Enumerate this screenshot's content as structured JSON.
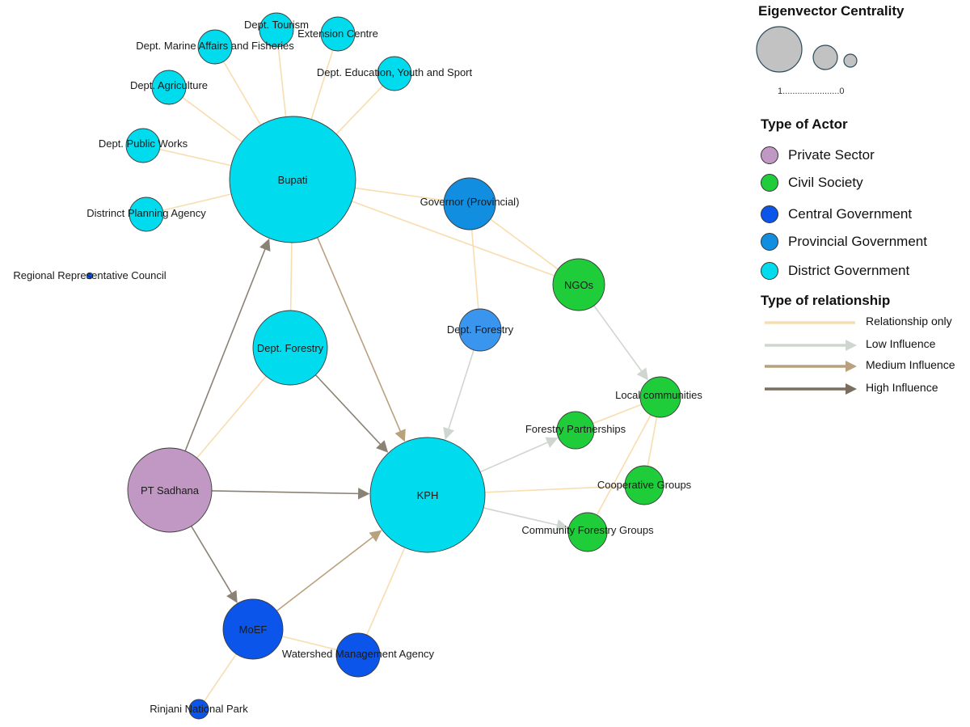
{
  "colors": {
    "private_sector": "#c197c4",
    "civil_society": "#1fcd3a",
    "central_government": "#0b55ea",
    "provincial_government": "#128ee0",
    "district_government": "#00dced",
    "dept_forestry_provincial": "#3a95ee",
    "relationship_only": "#f8ddb0",
    "low_influence": "#cfd6cf",
    "medium_influence": "#b9a17d",
    "high_influence": "#7a6e60"
  },
  "legend": {
    "centrality_title": "Eigenvector Centrality",
    "centrality_scale": "1.......................0",
    "actor_title": "Type of Actor",
    "actor_types": [
      {
        "label": "Private Sector",
        "color": "#c197c4"
      },
      {
        "label": "Civil Society",
        "color": "#1fcd3a"
      },
      {
        "label": "Central Government",
        "color": "#0b55ea"
      },
      {
        "label": "Provincial Government",
        "color": "#128ee0"
      },
      {
        "label": "District Government",
        "color": "#00dced"
      }
    ],
    "relationship_title": "Type of relationship",
    "relationship_types": [
      {
        "label": "Relationship only",
        "color": "#f8ddb0",
        "arrow": false
      },
      {
        "label": "Low Influence",
        "color": "#cfd6cf",
        "arrow": true
      },
      {
        "label": "Medium Influence",
        "color": "#b9a17d",
        "arrow": true
      },
      {
        "label": "High Influence",
        "color": "#7a6e60",
        "arrow": true
      }
    ]
  },
  "nodes": [
    {
      "id": "bupati",
      "label": "Bupati",
      "type": "district_government",
      "centrality": 1.0
    },
    {
      "id": "kph",
      "label": "KPH",
      "type": "district_government",
      "centrality": 0.95
    },
    {
      "id": "pt_sadhana",
      "label": "PT Sadhana",
      "type": "private_sector",
      "centrality": 0.7
    },
    {
      "id": "dept_forestry_district",
      "label": "Dept. Forestry",
      "type": "district_government",
      "centrality": 0.6
    },
    {
      "id": "moef",
      "label": "MoEF",
      "type": "central_government",
      "centrality": 0.5
    },
    {
      "id": "governor",
      "label": "Governor (Provincial)",
      "type": "provincial_government",
      "centrality": 0.42
    },
    {
      "id": "ngos",
      "label": "NGOs",
      "type": "civil_society",
      "centrality": 0.42
    },
    {
      "id": "watershed",
      "label": "Watershed Management Agency",
      "type": "central_government",
      "centrality": 0.35
    },
    {
      "id": "dept_forestry_prov",
      "label": "Dept. Forestry",
      "type": "dept_forestry_provincial",
      "centrality": 0.33
    },
    {
      "id": "local_communities",
      "label": "Local communities",
      "type": "civil_society",
      "centrality": 0.32
    },
    {
      "id": "cooperative_groups",
      "label": "Cooperative Groups",
      "type": "civil_society",
      "centrality": 0.31
    },
    {
      "id": "community_forestry_groups",
      "label": "Community Forestry Groups",
      "type": "civil_society",
      "centrality": 0.31
    },
    {
      "id": "forestry_partnerships",
      "label": "Forestry Partnerships",
      "type": "civil_society",
      "centrality": 0.3
    },
    {
      "id": "dept_tourism",
      "label": "Dept. Tourism",
      "type": "district_government",
      "centrality": 0.28
    },
    {
      "id": "extension_centre",
      "label": "Extension Centre",
      "type": "district_government",
      "centrality": 0.28
    },
    {
      "id": "dept_marine",
      "label": "Dept. Marine Affairs and Fisheries",
      "type": "district_government",
      "centrality": 0.28
    },
    {
      "id": "dept_agriculture",
      "label": "Dept. Agriculture",
      "type": "district_government",
      "centrality": 0.28
    },
    {
      "id": "dept_education",
      "label": "Dept. Education, Youth and Sport",
      "type": "district_government",
      "centrality": 0.28
    },
    {
      "id": "dept_public_works",
      "label": "Dept. Public Works",
      "type": "district_government",
      "centrality": 0.28
    },
    {
      "id": "district_planning",
      "label": "Distrinct Planning Agency",
      "type": "district_government",
      "centrality": 0.28
    },
    {
      "id": "rinjani",
      "label": "Rinjani National Park",
      "type": "central_government",
      "centrality": 0.1
    },
    {
      "id": "regional_council",
      "label": "Regional Representative Council",
      "type": "central_government",
      "centrality": 0.03
    }
  ],
  "edges": [
    {
      "from": "bupati",
      "to": "dept_tourism",
      "rel": "relationship_only"
    },
    {
      "from": "bupati",
      "to": "extension_centre",
      "rel": "relationship_only"
    },
    {
      "from": "bupati",
      "to": "dept_marine",
      "rel": "relationship_only"
    },
    {
      "from": "bupati",
      "to": "dept_agriculture",
      "rel": "relationship_only"
    },
    {
      "from": "bupati",
      "to": "dept_education",
      "rel": "relationship_only"
    },
    {
      "from": "bupati",
      "to": "dept_public_works",
      "rel": "relationship_only"
    },
    {
      "from": "bupati",
      "to": "district_planning",
      "rel": "relationship_only"
    },
    {
      "from": "bupati",
      "to": "governor",
      "rel": "relationship_only"
    },
    {
      "from": "bupati",
      "to": "ngos",
      "rel": "relationship_only"
    },
    {
      "from": "bupati",
      "to": "dept_forestry_district",
      "rel": "relationship_only"
    },
    {
      "from": "governor",
      "to": "ngos",
      "rel": "relationship_only"
    },
    {
      "from": "governor",
      "to": "dept_forestry_prov",
      "rel": "relationship_only"
    },
    {
      "from": "bupati",
      "to": "kph",
      "rel": "medium_influence"
    },
    {
      "from": "pt_sadhana",
      "to": "bupati",
      "rel": "high_influence"
    },
    {
      "from": "pt_sadhana",
      "to": "dept_forestry_district",
      "rel": "relationship_only"
    },
    {
      "from": "pt_sadhana",
      "to": "kph",
      "rel": "high_influence"
    },
    {
      "from": "pt_sadhana",
      "to": "moef",
      "rel": "high_influence"
    },
    {
      "from": "dept_forestry_district",
      "to": "kph",
      "rel": "high_influence"
    },
    {
      "from": "dept_forestry_prov",
      "to": "kph",
      "rel": "low_influence"
    },
    {
      "from": "moef",
      "to": "kph",
      "rel": "medium_influence"
    },
    {
      "from": "moef",
      "to": "watershed",
      "rel": "relationship_only"
    },
    {
      "from": "moef",
      "to": "rinjani",
      "rel": "relationship_only"
    },
    {
      "from": "watershed",
      "to": "kph",
      "rel": "relationship_only"
    },
    {
      "from": "ngos",
      "to": "local_communities",
      "rel": "low_influence"
    },
    {
      "from": "kph",
      "to": "forestry_partnerships",
      "rel": "low_influence"
    },
    {
      "from": "kph",
      "to": "community_forestry_groups",
      "rel": "low_influence"
    },
    {
      "from": "kph",
      "to": "cooperative_groups",
      "rel": "relationship_only"
    },
    {
      "from": "local_communities",
      "to": "forestry_partnerships",
      "rel": "relationship_only"
    },
    {
      "from": "local_communities",
      "to": "cooperative_groups",
      "rel": "relationship_only"
    },
    {
      "from": "local_communities",
      "to": "community_forestry_groups",
      "rel": "relationship_only"
    }
  ]
}
